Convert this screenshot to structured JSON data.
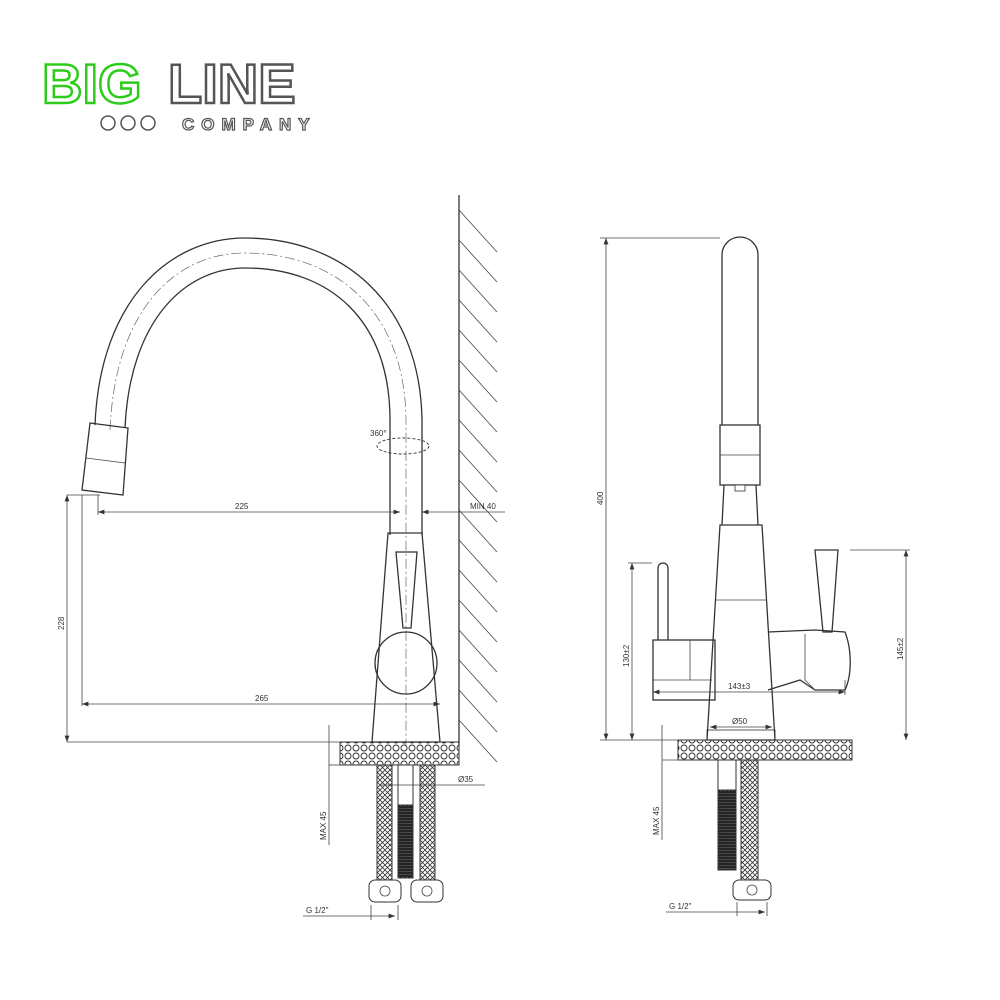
{
  "logo": {
    "brand_green": "BIG",
    "brand_gray": "LINE",
    "tagline": "COMPANY",
    "green": "#2ecc1a",
    "gray": "#555555"
  },
  "side_view": {
    "rotation": "360°",
    "reach": "225",
    "wall_clearance": "MIN 40",
    "spout_height": "228",
    "overall_reach": "265",
    "hole_diameter": "Ø35",
    "max_countertop": "MAX 45",
    "connection": "G 1/2\""
  },
  "front_view": {
    "overall_height": "400",
    "left_handle_height": "130±2",
    "right_handle_height": "145±2",
    "handle_span": "143±3",
    "base_diameter": "Ø50",
    "max_countertop": "MAX 45",
    "connection": "G 1/2\""
  }
}
